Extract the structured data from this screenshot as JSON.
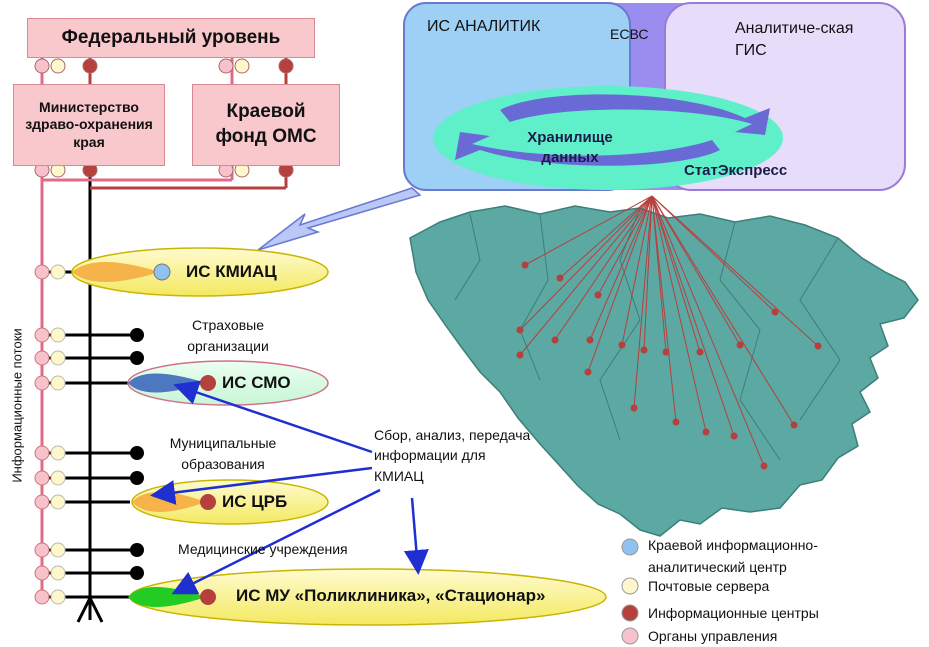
{
  "federal": "Федеральный уровень",
  "ministry": "Министерство здраво-охранения края",
  "fund": "Краевой фонд ОМС",
  "vertical_label": "Информационные потоки",
  "analytik": {
    "is_analitik": "ИС АНАЛИТИК",
    "esvs": "ЕСВС",
    "gis": "Аналитиче-ская ГИС",
    "warehouse": "Хранилище данных",
    "statexpress": "СтатЭкспресс"
  },
  "nodes": {
    "kmiac": "ИС КМИАЦ",
    "smo": "ИС СМО",
    "crb": "ИС ЦРБ",
    "mu": "ИС МУ «Поликлиника», «Стационар»"
  },
  "groups": {
    "insurance": "Страховые организации",
    "municipal": "Муниципальные образования",
    "medical": "Медицинские учреждения"
  },
  "collection_note": "Сбор, анализ, передача информации для КМИАЦ",
  "legend": [
    {
      "label": "Краевой информационно-аналитический центр",
      "color": "#8ec3f0"
    },
    {
      "label": "Почтовые сервера",
      "color": "#fff7cc"
    },
    {
      "label": "Информационные центры",
      "color": "#b5403e"
    },
    {
      "label": "Органы управления",
      "color": "#f7c2cc"
    }
  ]
}
